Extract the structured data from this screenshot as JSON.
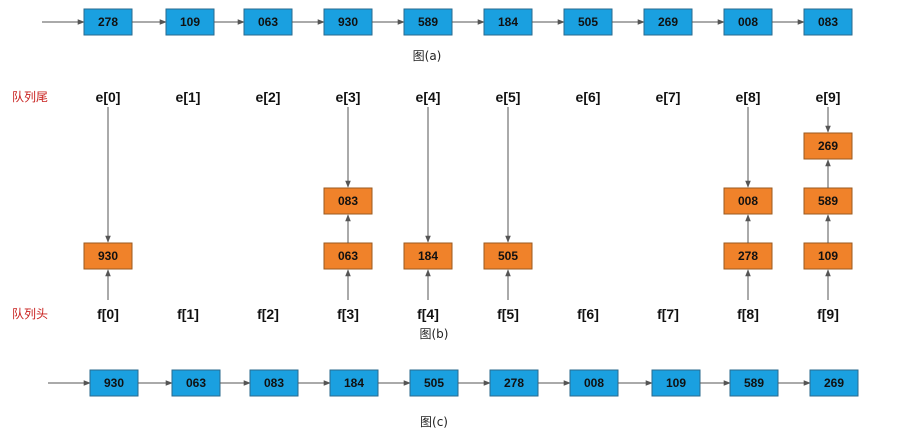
{
  "diagram_a": {
    "values": [
      "278",
      "109",
      "063",
      "930",
      "589",
      "184",
      "505",
      "269",
      "008",
      "083"
    ],
    "caption": "图(a)"
  },
  "diagram_b": {
    "tail_label": "队列尾",
    "head_label": "队列头",
    "tail_pointers": [
      "e[0]",
      "e[1]",
      "e[2]",
      "e[3]",
      "e[4]",
      "e[5]",
      "e[6]",
      "e[7]",
      "e[8]",
      "e[9]"
    ],
    "head_pointers": [
      "f[0]",
      "f[1]",
      "f[2]",
      "f[3]",
      "f[4]",
      "f[5]",
      "f[6]",
      "f[7]",
      "f[8]",
      "f[9]"
    ],
    "buckets": [
      [
        "930"
      ],
      [],
      [],
      [
        "063",
        "083"
      ],
      [
        "184"
      ],
      [
        "505"
      ],
      [],
      [],
      [
        "278",
        "008"
      ],
      [
        "109",
        "589",
        "269"
      ]
    ],
    "caption": "图(b)"
  },
  "diagram_c": {
    "values": [
      "930",
      "063",
      "083",
      "184",
      "505",
      "278",
      "008",
      "109",
      "589",
      "269"
    ],
    "caption": "图(c)"
  },
  "colors": {
    "list_node": "#1aa0e0",
    "bucket_node": "#f0822a",
    "queue_label": "#c8201e"
  }
}
